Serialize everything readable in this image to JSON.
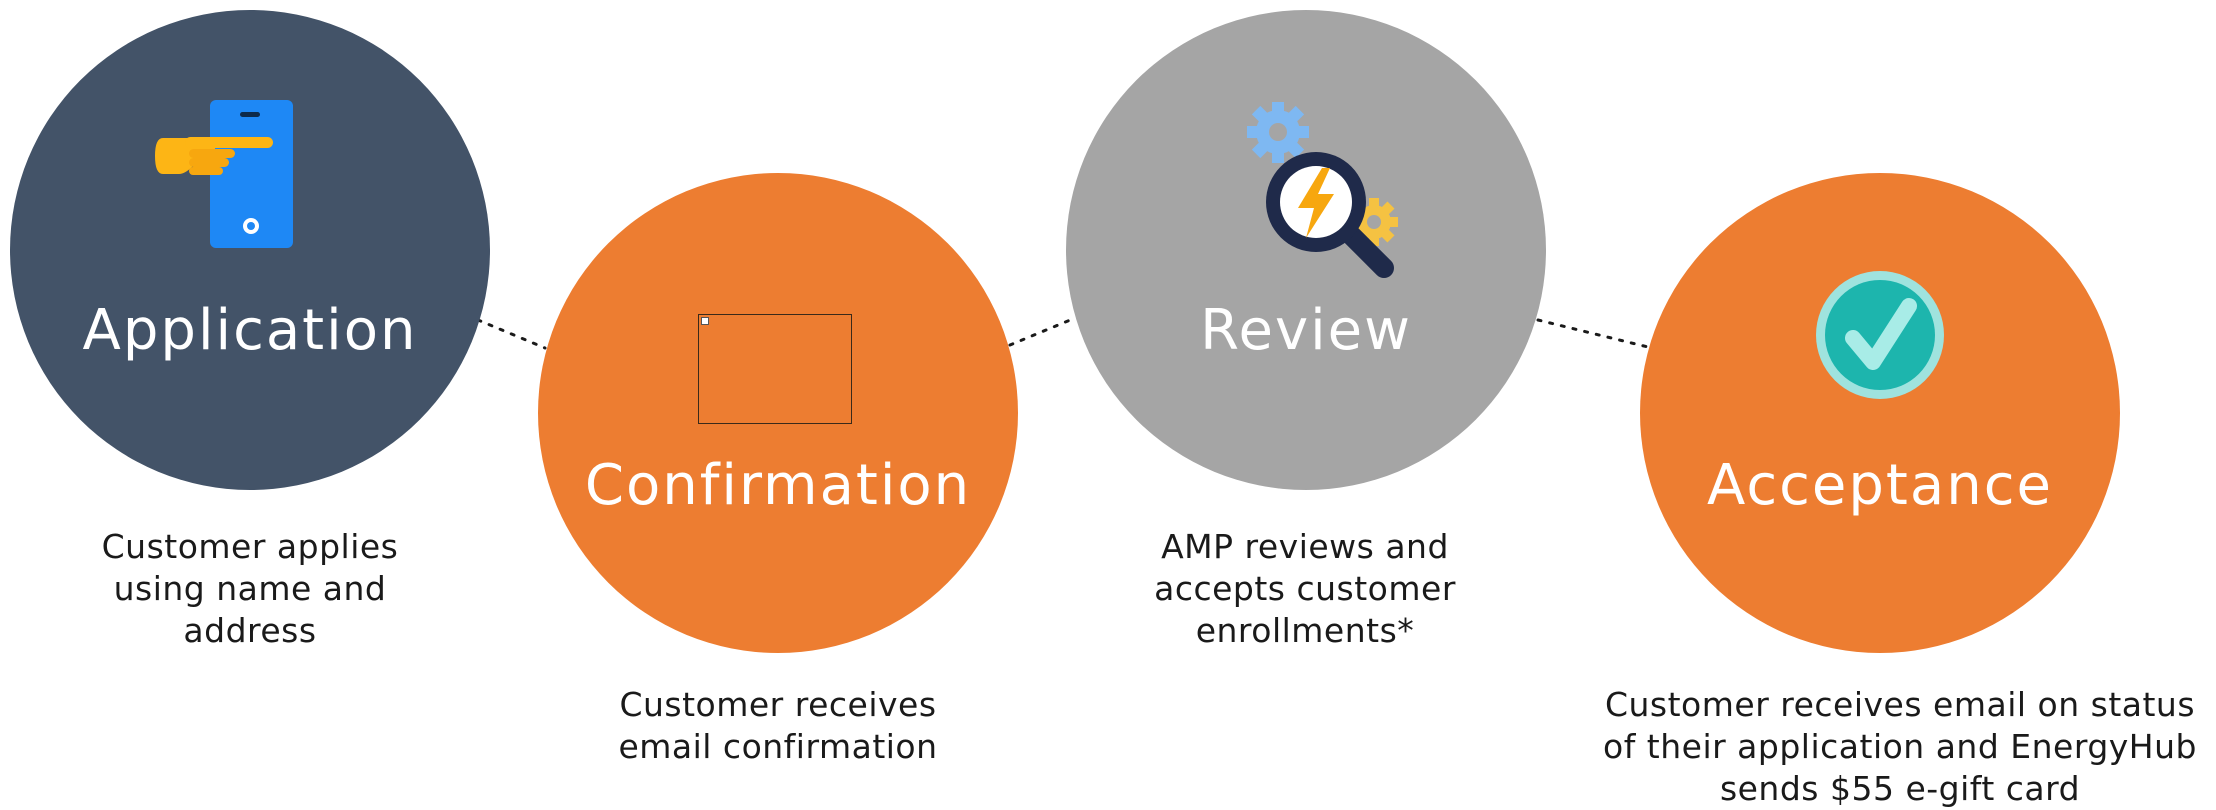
{
  "steps": [
    {
      "title": "Application",
      "description": "Customer applies using name and address",
      "color": "#435368",
      "icon": "phone-tap-icon"
    },
    {
      "title": "Confirmation",
      "description": "Customer receives email confirmation",
      "color": "#ED7D31",
      "icon": "broken-image-placeholder"
    },
    {
      "title": "Review",
      "description": "AMP reviews and accepts customer enrollments*",
      "color": "#A5A5A5",
      "icon": "magnifier-lightning-gears-icon"
    },
    {
      "title": "Acceptance",
      "description": "Customer receives email on status of their application and EnergyHub sends $55 e-gift card",
      "color": "#ED7D31",
      "icon": "checkmark-circle-icon"
    }
  ],
  "colors": {
    "dark_circle": "#435368",
    "orange": "#ED7D31",
    "gray": "#A5A5A5",
    "teal": "#1DB5AD"
  }
}
